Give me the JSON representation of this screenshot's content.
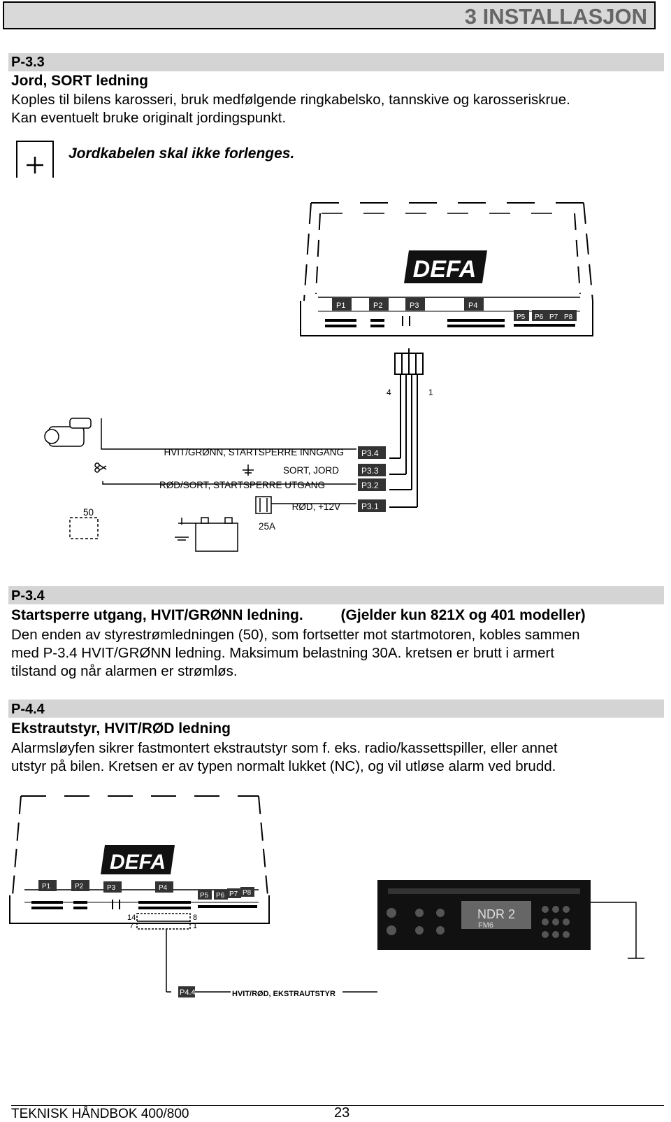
{
  "header": {
    "chapter_title": "3 INSTALLASJON"
  },
  "sections": [
    {
      "id": "P-3.3",
      "heading": "Jord, SORT ledning",
      "lines": [
        "Koples til bilens karosseri, bruk medfølgende ringkabelsko, tannskive og karosseriskrue.",
        "Kan eventuelt bruke originalt jordingspunkt."
      ],
      "note": "Jordkabelen skal ikke forlenges."
    },
    {
      "id": "P-3.4",
      "heading": "Startsperre utgang, HVIT/GRØNN ledning.",
      "heading_suffix": "(Gjelder kun 821X og 401 modeller)",
      "lines": [
        "Den enden av styrestrømledningen (50), som fortsetter mot startmotoren, kobles sammen",
        "med P-3.4 HVIT/GRØNN ledning. Maksimum belastning 30A. kretsen er brutt i armert",
        "tilstand og når alarmen er strømløs."
      ]
    },
    {
      "id": "P-4.4",
      "heading": "Ekstrautstyr, HVIT/RØD ledning",
      "lines": [
        "Alarmsløyfen sikrer fastmontert ekstrautstyr som f. eks. radio/kassettspiller, eller annet",
        "utstyr på bilen. Kretsen er av typen normalt lukket (NC), og vil utløse alarm ved brudd."
      ]
    }
  ],
  "diagram1": {
    "logo": "DEFA",
    "ports": [
      "P1",
      "P2",
      "P3",
      "P4",
      "P5",
      "P6",
      "P7",
      "P8"
    ],
    "pin_labels": [
      "4",
      "1"
    ],
    "wires": [
      {
        "label": "HVIT/GRØNN, STARTSPERRE INNGANG",
        "pin": "P3.4"
      },
      {
        "label": "SORT, JORD",
        "pin": "P3.3"
      },
      {
        "label": "RØD/SORT, STARTSPERRE UTGANG",
        "pin": "P3.2"
      },
      {
        "label": "RØD, +12V",
        "pin": "P3.1"
      }
    ],
    "fuse": "25A",
    "starter_label": "50"
  },
  "diagram2": {
    "logo": "DEFA",
    "ports": [
      "P1",
      "P2",
      "P3",
      "P4",
      "P5",
      "P6",
      "P7",
      "P8"
    ],
    "connector_labels": {
      "top_left": "14",
      "bottom_left": "7",
      "top_right": "8",
      "bottom_right": "1"
    },
    "pin": "P4.4",
    "wire_label": "HVIT/RØD, EKSTRAUTSTYR",
    "radio_display": "NDR 2",
    "radio_display2": "FM6"
  },
  "footer": {
    "title": "TEKNISK HÅNDBOK 400/800",
    "page": "23"
  }
}
